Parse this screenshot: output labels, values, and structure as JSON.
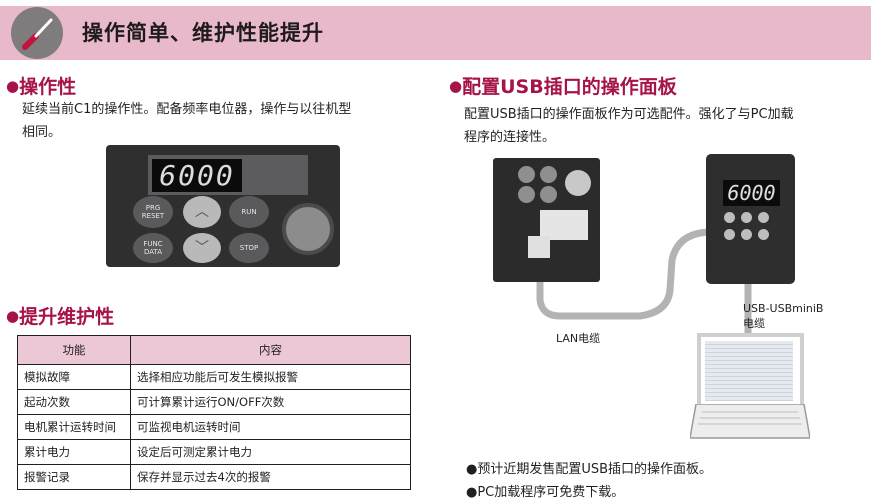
{
  "banner": {
    "title": "操作简单、维护性能提升",
    "icon": "screwdriver-icon"
  },
  "left": {
    "operability": {
      "title": "操作性",
      "text_line1": "延续当前C1的操作性。配备频率电位器，操作与以往机型",
      "text_line2": "相同。"
    },
    "panel": {
      "display": "6000",
      "btn_prg_line1": "PRG",
      "btn_prg_line2": "RESET",
      "btn_func_line1": "FUNC",
      "btn_func_line2": "DATA",
      "btn_run": "RUN",
      "btn_stop": "STOP",
      "btn_up": "︿",
      "btn_down": "﹀"
    },
    "maintenance": {
      "title": "提升维护性",
      "table": {
        "headers": [
          "功能",
          "内容"
        ],
        "rows": [
          [
            "模拟故障",
            "选择相应功能后可发生模拟报警"
          ],
          [
            "起动次数",
            "可计算累计运行ON/OFF次数"
          ],
          [
            "电机累计运转时间",
            "可监视电机运转时间"
          ],
          [
            "累计电力",
            "设定后可测定累计电力"
          ],
          [
            "报警记录",
            "保存并显示过去4次的报警"
          ]
        ]
      }
    }
  },
  "right": {
    "title": "配置USB插口的操作面板",
    "text_line1": "配置USB插口的操作面板作为可选配件。强化了与PC加载",
    "text_line2": "程序的连接性。",
    "module_display": "6000",
    "label_lan": "LAN电缆",
    "label_usb_line1": "USB-USBminiB",
    "label_usb_line2": "电缆",
    "bullets": [
      "●预计近期发售配置USB插口的操作面板。",
      "●PC加载程序可免费下载。"
    ]
  },
  "colors": {
    "accent": "#a6134a",
    "banner_bg": "#e8b9cb",
    "table_header": "#ecc7d5"
  }
}
